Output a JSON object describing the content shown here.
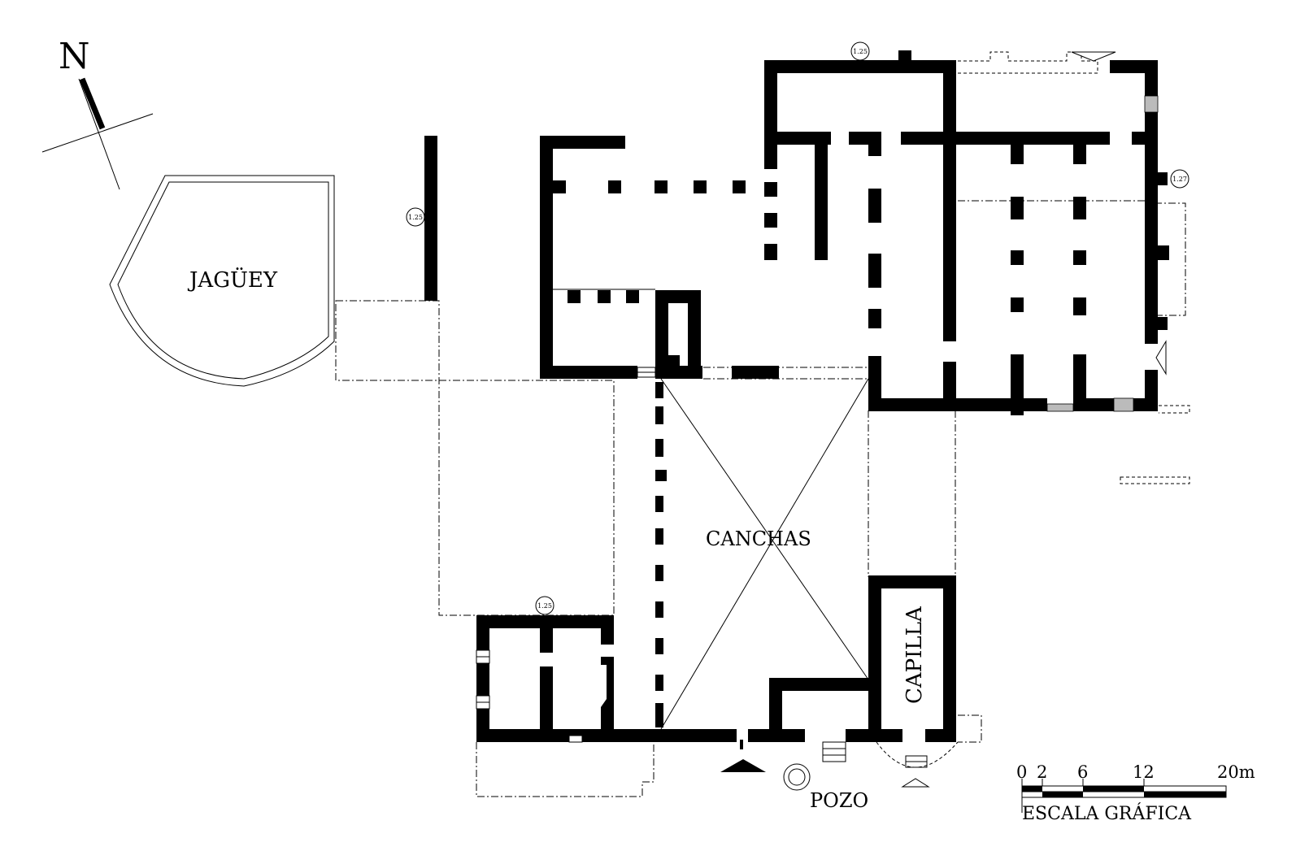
{
  "compass": {
    "north_label": "N"
  },
  "rooms": {
    "jaguey": "JAGÜEY",
    "canchas": "CANCHAS",
    "capilla": "CAPILLA",
    "pozo": "POZO"
  },
  "level_markers": {
    "top": "1.25",
    "west_wall": "1.25",
    "south_block": "1.25",
    "east": "1.27"
  },
  "scale": {
    "ticks": [
      "0",
      "2",
      "6",
      "12",
      "20m"
    ],
    "title": "ESCALA GRÁFICA"
  },
  "colors": {
    "wall": "#000000",
    "background": "#ffffff"
  }
}
